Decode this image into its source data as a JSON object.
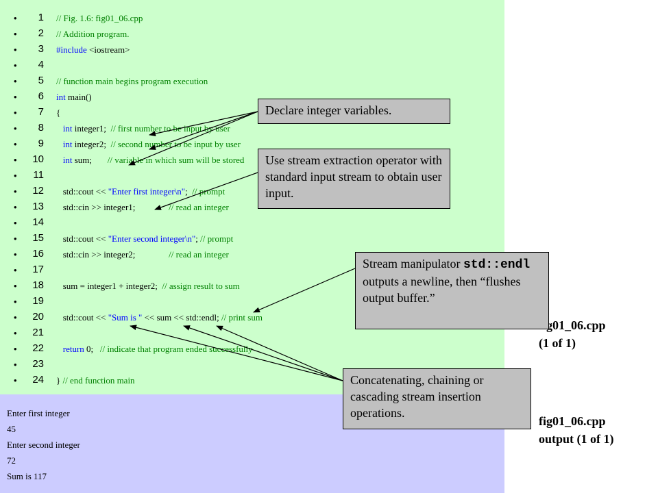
{
  "code_lines": [
    {
      "num": "1",
      "parts": [
        {
          "t": "// Fig. 1.6: fig01_06.cpp",
          "c": "cm"
        }
      ]
    },
    {
      "num": "2",
      "parts": [
        {
          "t": "// Addition program.",
          "c": "cm"
        }
      ]
    },
    {
      "num": "3",
      "parts": [
        {
          "t": "#include ",
          "c": "kw"
        },
        {
          "t": "<iostream>",
          "c": ""
        }
      ]
    },
    {
      "num": "4",
      "parts": []
    },
    {
      "num": "5",
      "parts": [
        {
          "t": "// function main begins program execution",
          "c": "cm"
        }
      ]
    },
    {
      "num": "6",
      "parts": [
        {
          "t": "int",
          "c": "kw"
        },
        {
          "t": " main()",
          "c": ""
        }
      ]
    },
    {
      "num": "7",
      "parts": [
        {
          "t": "{",
          "c": ""
        }
      ]
    },
    {
      "num": "8",
      "parts": [
        {
          "t": "   ",
          "c": ""
        },
        {
          "t": "int",
          "c": "kw"
        },
        {
          "t": " integer1;  ",
          "c": ""
        },
        {
          "t": "// first number to be input by user",
          "c": "cm"
        }
      ]
    },
    {
      "num": "9",
      "parts": [
        {
          "t": "   ",
          "c": ""
        },
        {
          "t": "int",
          "c": "kw"
        },
        {
          "t": " integer2;  ",
          "c": ""
        },
        {
          "t": "// second number to be input by user",
          "c": "cm"
        }
      ]
    },
    {
      "num": "10",
      "parts": [
        {
          "t": "   ",
          "c": ""
        },
        {
          "t": "int",
          "c": "kw"
        },
        {
          "t": " sum;       ",
          "c": ""
        },
        {
          "t": "// variable in which sum will be stored",
          "c": "cm"
        }
      ]
    },
    {
      "num": "11",
      "parts": []
    },
    {
      "num": "12",
      "parts": [
        {
          "t": "   std::cout << ",
          "c": ""
        },
        {
          "t": "\"Enter first integer\\n\"",
          "c": "str"
        },
        {
          "t": ";  ",
          "c": ""
        },
        {
          "t": "// prompt",
          "c": "cm"
        }
      ]
    },
    {
      "num": "13",
      "parts": [
        {
          "t": "   std::cin >> integer1;               ",
          "c": ""
        },
        {
          "t": "// read an integer",
          "c": "cm"
        }
      ]
    },
    {
      "num": "14",
      "parts": []
    },
    {
      "num": "15",
      "parts": [
        {
          "t": "   std::cout << ",
          "c": ""
        },
        {
          "t": "\"Enter second integer\\n\"",
          "c": "str"
        },
        {
          "t": "; ",
          "c": ""
        },
        {
          "t": "// prompt",
          "c": "cm"
        }
      ]
    },
    {
      "num": "16",
      "parts": [
        {
          "t": "   std::cin >> integer2;               ",
          "c": ""
        },
        {
          "t": "// read an integer",
          "c": "cm"
        }
      ]
    },
    {
      "num": "17",
      "parts": []
    },
    {
      "num": "18",
      "parts": [
        {
          "t": "   sum = integer1 + integer2;  ",
          "c": ""
        },
        {
          "t": "// assign result to sum",
          "c": "cm"
        }
      ]
    },
    {
      "num": "19",
      "parts": []
    },
    {
      "num": "20",
      "parts": [
        {
          "t": "   std::cout << ",
          "c": ""
        },
        {
          "t": "\"Sum is \"",
          "c": "str"
        },
        {
          "t": " << sum << std::endl; ",
          "c": ""
        },
        {
          "t": "// print sum",
          "c": "cm"
        }
      ]
    },
    {
      "num": "21",
      "parts": []
    },
    {
      "num": "22",
      "parts": [
        {
          "t": "   ",
          "c": ""
        },
        {
          "t": "return",
          "c": "kw"
        },
        {
          "t": " 0;   ",
          "c": ""
        },
        {
          "t": "// indicate that program ended successfully",
          "c": "cm"
        }
      ]
    },
    {
      "num": "23",
      "parts": []
    },
    {
      "num": "24",
      "parts": [
        {
          "t": "} ",
          "c": ""
        },
        {
          "t": "// end function main",
          "c": "cm"
        }
      ]
    }
  ],
  "output_lines": [
    "Enter first integer",
    "45",
    "Enter second integer",
    "72",
    "Sum is 117"
  ],
  "callouts": {
    "declare": "Declare integer variables.",
    "extraction": "Use stream extraction operator with standard input stream to obtain user input.",
    "endl_pre": "Stream manipulator ",
    "endl_code": "std::endl",
    "endl_post": " outputs a newline, then “flushes output buffer.”",
    "concat": "Concatenating, chaining or cascading stream insertion operations."
  },
  "side": {
    "file_label": "fig01_06.cpp",
    "file_sub": "(1 of 1)",
    "output_label": "fig01_06.cpp",
    "output_sub": "output (1 of 1)"
  },
  "colors": {
    "code_bg": "#ccffcc",
    "output_bg": "#ccccff",
    "callout_bg": "#c0c0c0",
    "comment": "#008000",
    "keyword": "#0000ff"
  }
}
